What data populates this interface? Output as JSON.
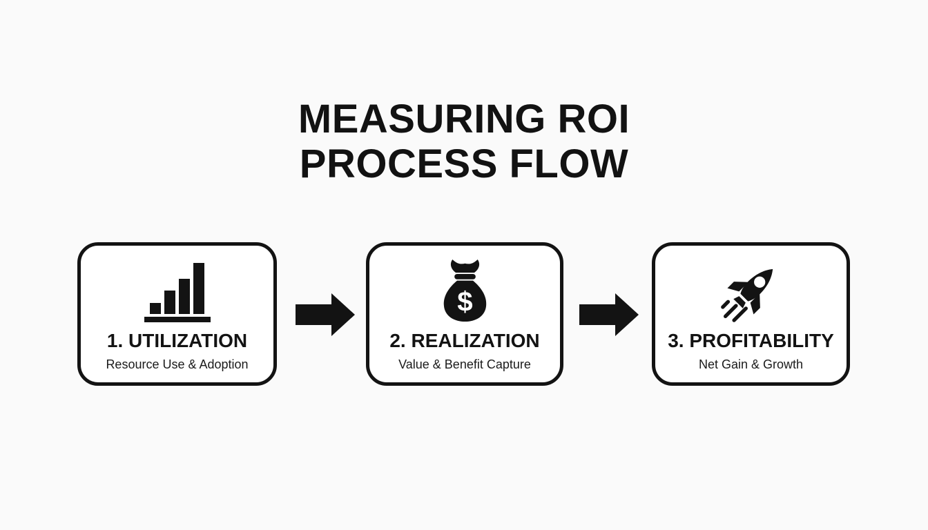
{
  "title": {
    "line1": "MEASURING ROI",
    "line2": "PROCESS FLOW"
  },
  "steps": [
    {
      "icon": "bar-chart-icon",
      "title": "1. UTILIZATION",
      "subtitle": "Resource Use & Adoption"
    },
    {
      "icon": "money-bag-icon",
      "title": "2. REALIZATION",
      "subtitle": "Value & Benefit Capture"
    },
    {
      "icon": "rocket-icon",
      "title": "3. PROFITABILITY",
      "subtitle": "Net Gain & Growth"
    }
  ],
  "connectors": [
    {
      "icon": "arrow-right-icon"
    },
    {
      "icon": "arrow-right-icon"
    }
  ],
  "colors": {
    "background": "#fafafa",
    "card_fill": "#ffffff",
    "ink": "#131313"
  }
}
